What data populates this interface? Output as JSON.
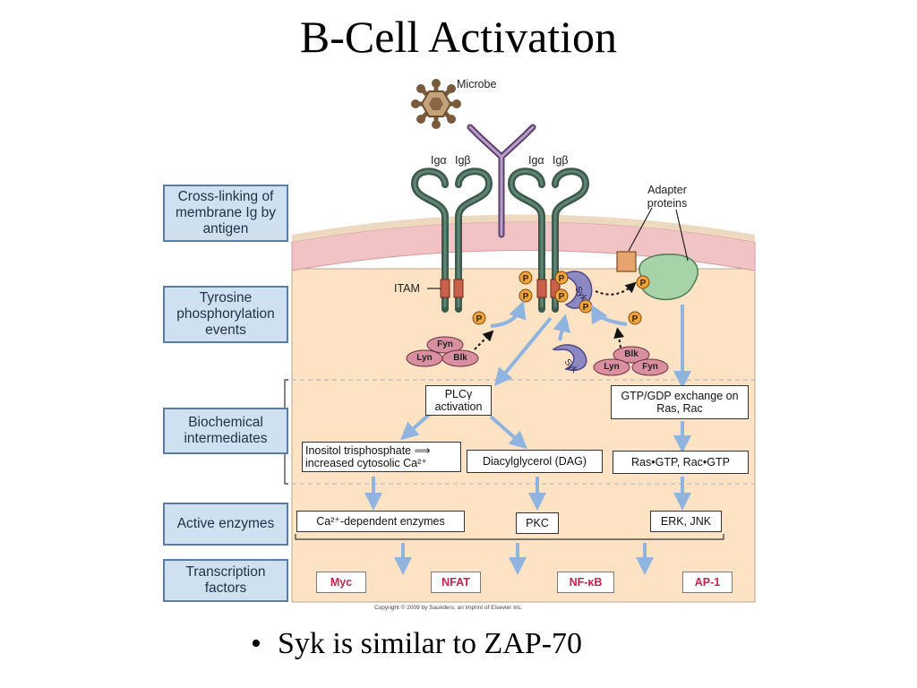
{
  "title": "B-Cell Activation",
  "bullet": {
    "marker": "•",
    "text": "Syk is similar to ZAP-70"
  },
  "stages": [
    {
      "label": "Cross-linking of membrane Ig by antigen"
    },
    {
      "label": "Tyrosine phosphorylation events"
    },
    {
      "label": "Biochemical intermediates"
    },
    {
      "label": "Active enzymes"
    },
    {
      "label": "Transcription factors"
    }
  ],
  "diagram": {
    "microbe": "Microbe",
    "ig_alpha": "Igα",
    "ig_beta": "Igβ",
    "adapter": "Adapter proteins",
    "itam": "ITAM",
    "phospho": "P",
    "syk": "Syk",
    "kinases": {
      "fyn": "Fyn",
      "lyn": "Lyn",
      "blk": "Blk"
    },
    "plc": "PLCγ activation",
    "gtp_exchange": "GTP/GDP exchange on Ras, Rac",
    "ip3": "Inositol trisphosphate ⟹ increased cytosolic Ca²⁺",
    "dag": "Diacylglycerol (DAG)",
    "ras_gtp": "Ras•GTP, Rac•GTP",
    "ca_enzymes": "Ca²⁺-dependent enzymes",
    "pkc": "PKC",
    "erk": "ERK, JNK",
    "tfs": [
      "Myc",
      "NFAT",
      "NF-κB",
      "AP-1"
    ],
    "copyright": "Copyright © 2009 by Saunders, an imprint of Elsevier Inc."
  }
}
